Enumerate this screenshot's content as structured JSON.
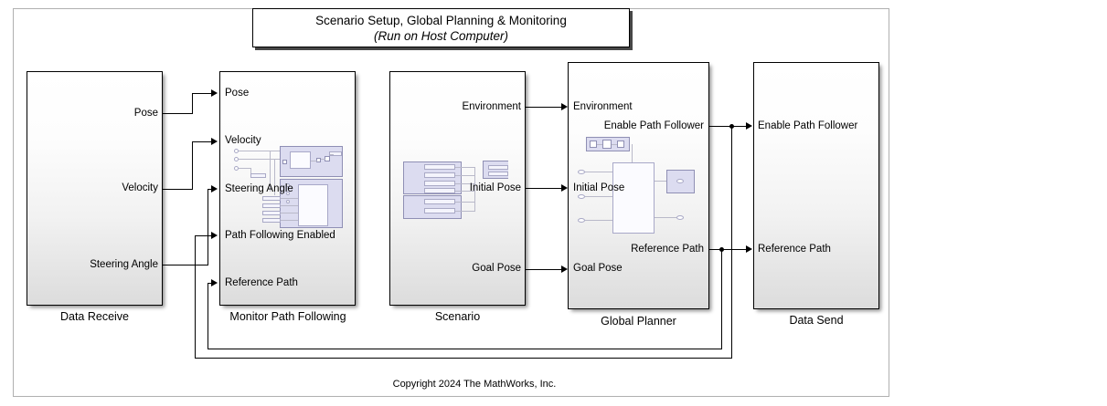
{
  "diagram": {
    "title_line1": "Scenario Setup, Global Planning & Monitoring",
    "title_line2": "(Run on Host Computer)",
    "copyright": "Copyright 2024 The MathWorks, Inc."
  },
  "blocks": {
    "data_receive": {
      "label": "Data Receive",
      "outputs": [
        {
          "name": "Pose"
        },
        {
          "name": "Velocity"
        },
        {
          "name": "Steering Angle"
        }
      ]
    },
    "monitor_path_following": {
      "label": "Monitor Path Following",
      "inputs": [
        {
          "name": "Pose"
        },
        {
          "name": "Velocity"
        },
        {
          "name": "Steering Angle"
        },
        {
          "name": "Path Following Enabled"
        },
        {
          "name": "Reference Path"
        }
      ]
    },
    "scenario": {
      "label": "Scenario",
      "outputs": [
        {
          "name": "Environment"
        },
        {
          "name": "Initial Pose"
        },
        {
          "name": "Goal Pose"
        }
      ]
    },
    "global_planner": {
      "label": "Global Planner",
      "inputs": [
        {
          "name": "Environment"
        },
        {
          "name": "Initial Pose"
        },
        {
          "name": "Goal Pose"
        }
      ],
      "outputs": [
        {
          "name": "Enable Path Follower"
        },
        {
          "name": "Reference Path"
        }
      ]
    },
    "data_send": {
      "label": "Data Send",
      "inputs": [
        {
          "name": "Enable Path Follower"
        },
        {
          "name": "Reference Path"
        }
      ]
    }
  },
  "colors": {
    "block_border": "#000000",
    "canvas_border": "#b0b0b0",
    "signal": "#000000",
    "thumbnail_accent": "#dcdcf0"
  }
}
